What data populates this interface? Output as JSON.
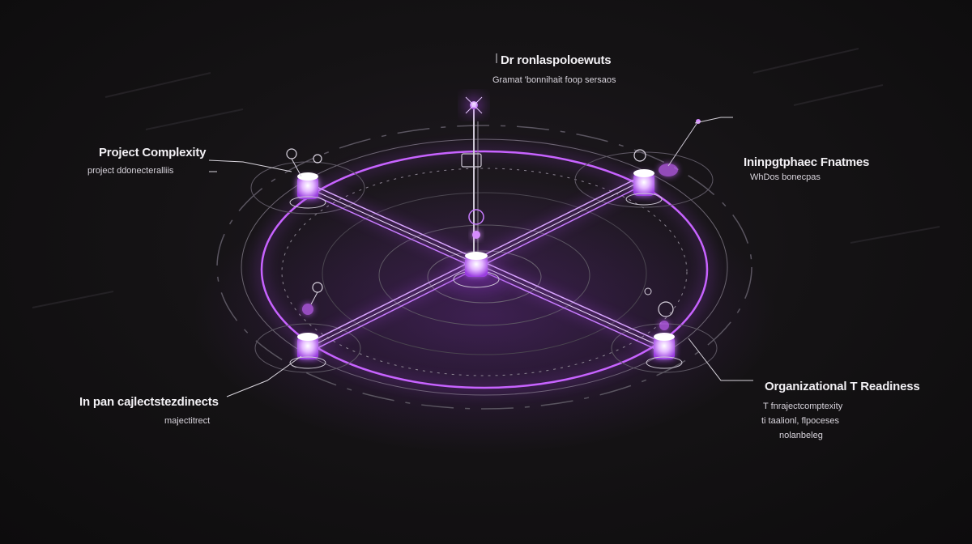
{
  "colors": {
    "background": "#121112",
    "accent": "#b84cff",
    "glow": "#d68cff",
    "line": "#cfc9d6"
  },
  "labels": {
    "top": {
      "title": "Dr ronlaspoloewuts",
      "subtitle": "Gramat 'bonnihait foop sersaos"
    },
    "top_left": {
      "title": "Project Complexity",
      "subtitle": "project ddonecteralliis"
    },
    "top_right": {
      "title": "Ininpgtphaec Fnatmes",
      "subtitle": "WhDos bonecpas"
    },
    "bottom_left": {
      "title": "In pan cajlectstezdinects",
      "subtitle": "majectitrect"
    },
    "bottom_right": {
      "title": "Organizational T Readiness",
      "line1": "T fnrajectcomptexity",
      "line2": "ti taalionl, flpoceses",
      "line3": "nolanbeleg"
    }
  },
  "nodes": [
    {
      "id": "center",
      "icon": "hub-node-icon"
    },
    {
      "id": "top",
      "icon": "beacon-node-icon"
    },
    {
      "id": "top-left",
      "icon": "cluster-node-icon"
    },
    {
      "id": "top-right",
      "icon": "cluster-node-icon"
    },
    {
      "id": "bottom-left",
      "icon": "cluster-node-icon"
    },
    {
      "id": "bottom-right",
      "icon": "cluster-node-icon"
    }
  ]
}
